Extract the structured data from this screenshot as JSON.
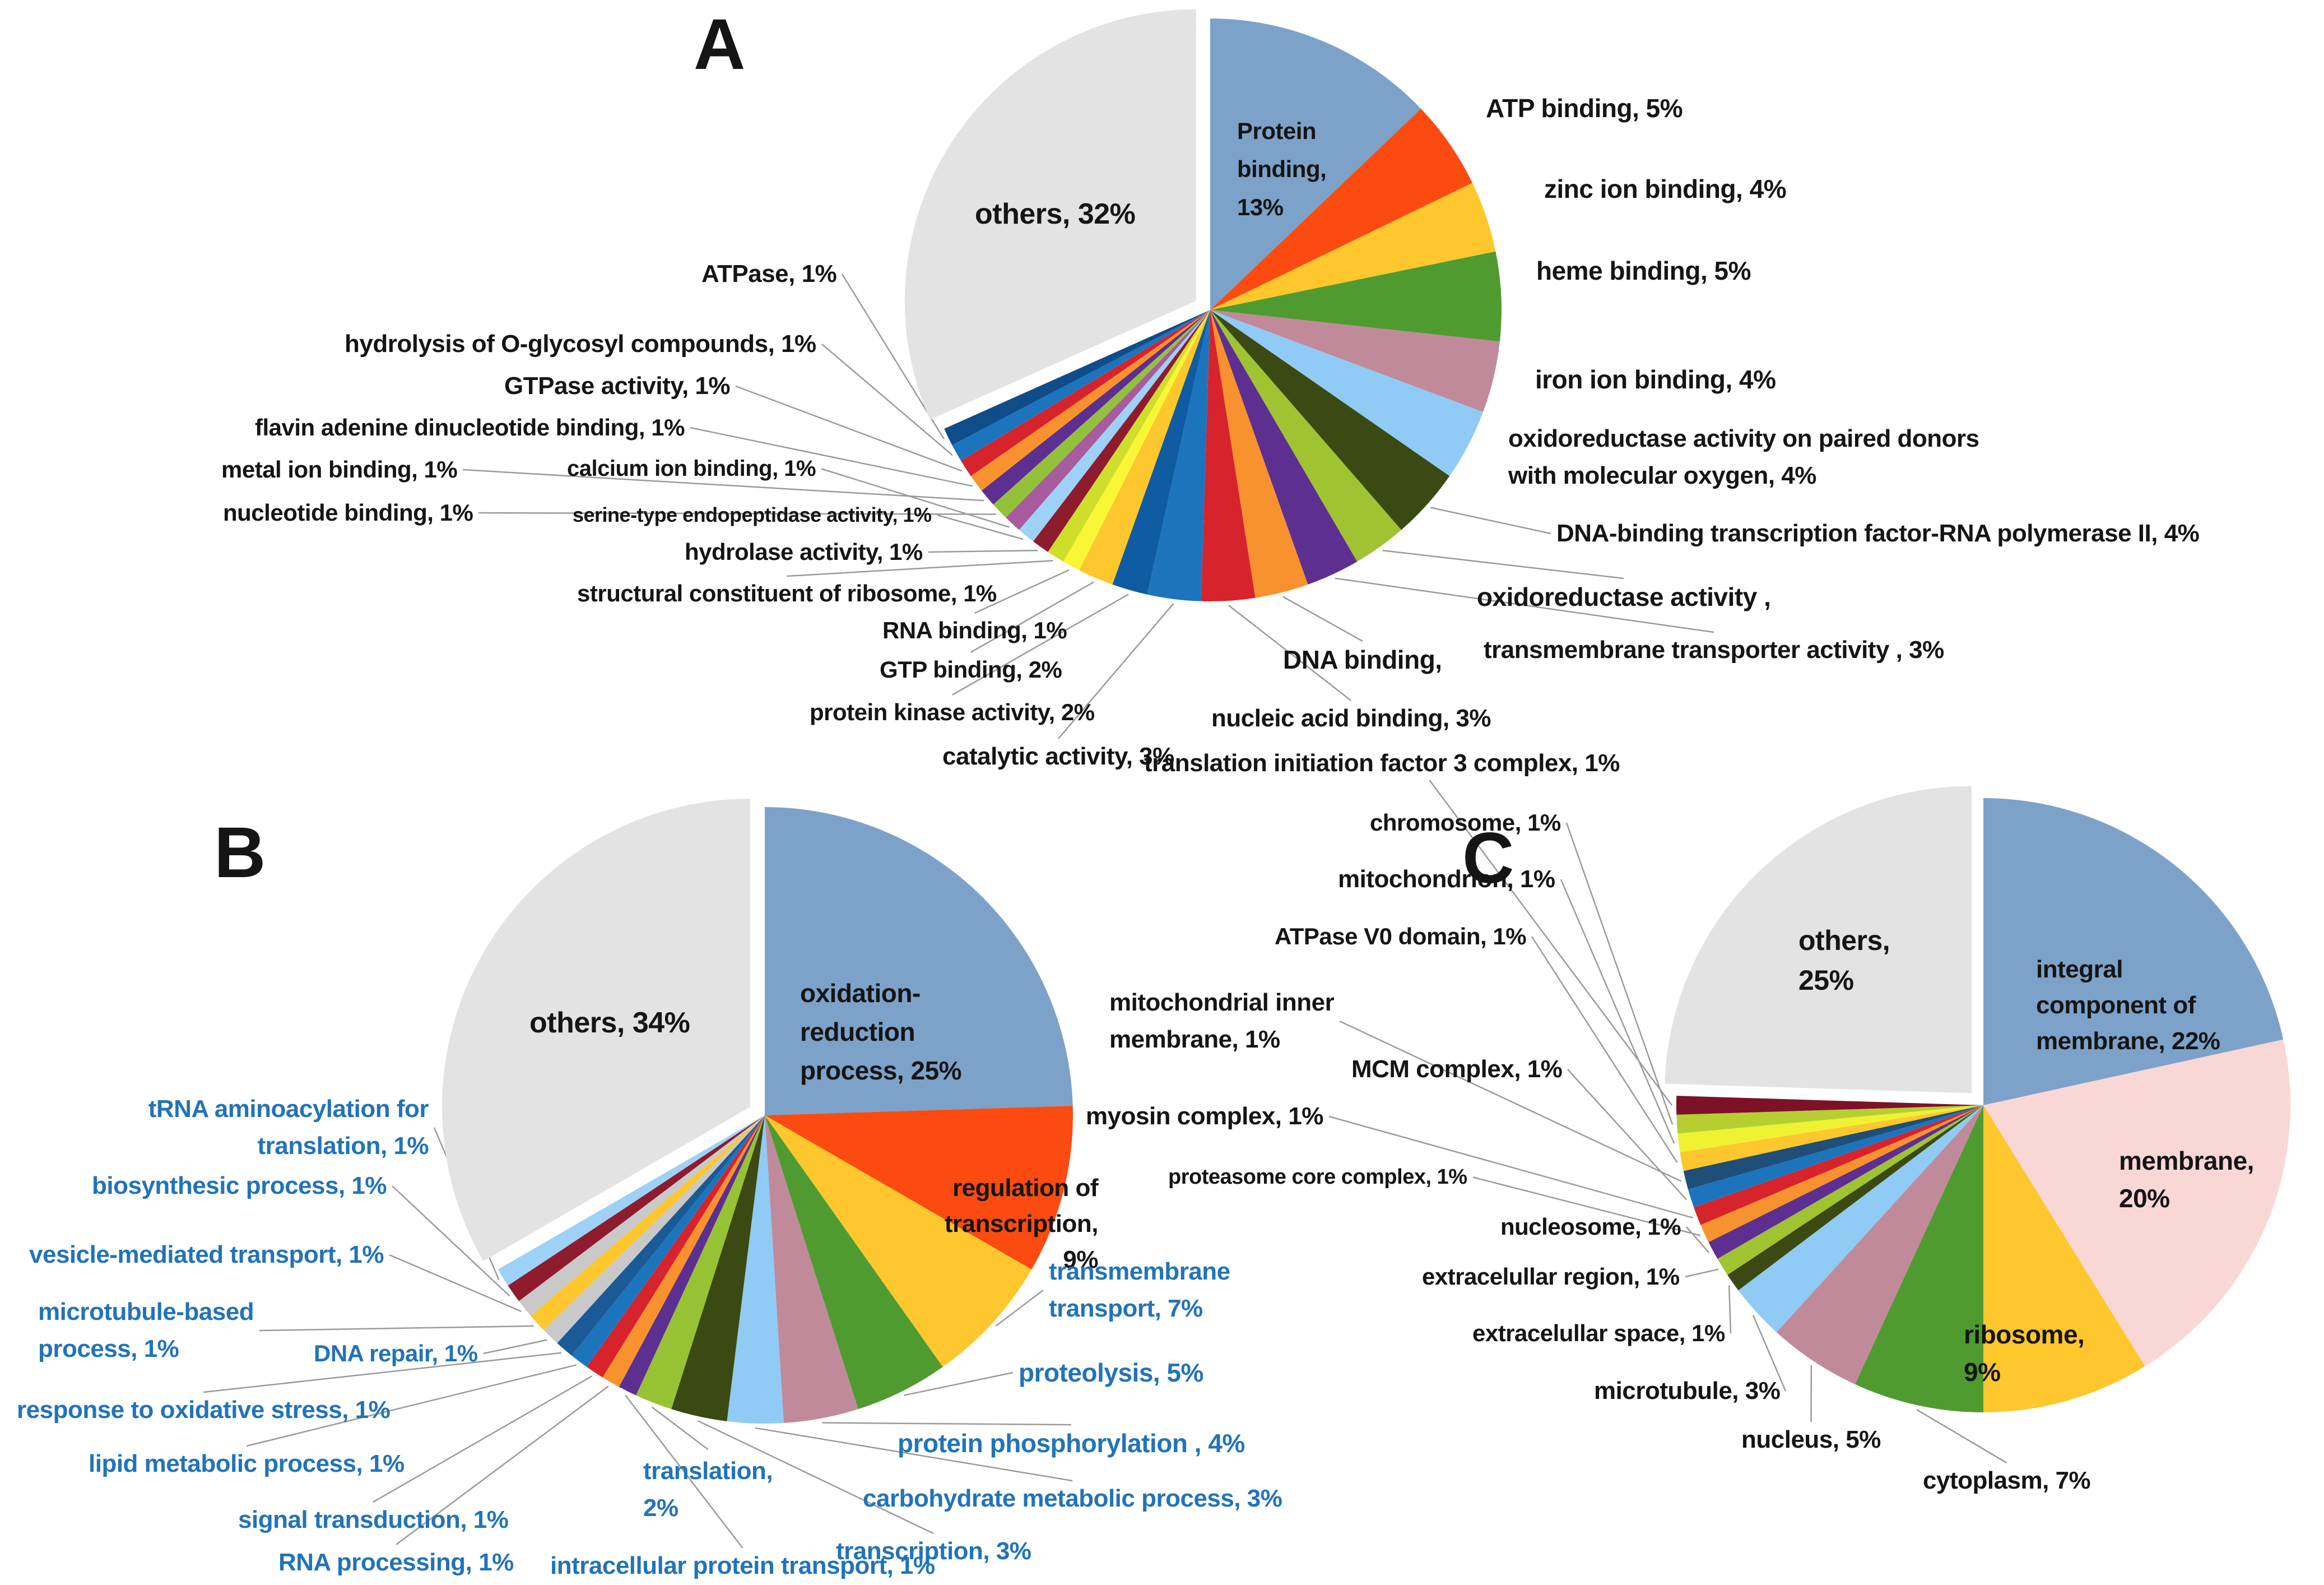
{
  "figure_background": "#ffffff",
  "accent_text_color": "#2273b9",
  "leader_line_color": "#9a9a9a",
  "chart_data": [
    {
      "type": "pie",
      "panel": "A",
      "start_angle_deg": 0,
      "direction": "clockwise",
      "exploded_slice": "others",
      "slices": [
        {
          "label": "Protein binding",
          "value": 13,
          "color": "#7da2c9",
          "display": "Protein\nbinding,\n13%"
        },
        {
          "label": "ATP binding",
          "value": 5,
          "color": "#fb4b10",
          "display": "ATP binding, 5%"
        },
        {
          "label": "zinc ion binding",
          "value": 4,
          "color": "#fdc72d",
          "display": "zinc ion binding, 4%"
        },
        {
          "label": "heme binding",
          "value": 5,
          "color": "#4f9b30",
          "display": "heme binding, 5%"
        },
        {
          "label": "iron ion binding",
          "value": 4,
          "color": "#c18a9b",
          "display": "iron ion binding, 4%"
        },
        {
          "label": "oxidoreductase activity on paired donors with molecular oxygen",
          "value": 4,
          "color": "#8fcbf4",
          "display": "oxidoreductase activity on paired donors\nwith molecular oxygen, 4%"
        },
        {
          "label": "DNA-binding transcription factor-RNA polymerase II",
          "value": 4,
          "color": "#3b4a12",
          "display": "DNA-binding transcription factor-RNA polymerase II, 4%"
        },
        {
          "label": "oxidoreductase activity",
          "value": 3,
          "color": "#a0c332",
          "display": "oxidoreductase activity ,"
        },
        {
          "label": "transmembrane transporter activity",
          "value": 3,
          "color": "#5d2f90",
          "display": "transmembrane transporter activity , 3%"
        },
        {
          "label": "DNA binding",
          "value": 3,
          "color": "#f7922e",
          "display": "DNA binding,"
        },
        {
          "label": "nucleic acid binding",
          "value": 3,
          "color": "#d7232b",
          "display": "nucleic acid binding, 3%"
        },
        {
          "label": "catalytic activity",
          "value": 3,
          "color": "#1c75bc",
          "display": "catalytic activity, 3%"
        },
        {
          "label": "protein kinase activity",
          "value": 2,
          "color": "#0f5ca3",
          "display": "protein kinase activity, 2%"
        },
        {
          "label": "GTP binding",
          "value": 2,
          "color": "#fdc72d",
          "display": "GTP binding, 2%"
        },
        {
          "label": "RNA binding",
          "value": 1,
          "color": "#f9f636",
          "display": "RNA binding, 1%"
        },
        {
          "label": "structural constituent of ribosome",
          "value": 1,
          "color": "#cfdd2b",
          "display": "structural constituent of ribosome, 1%"
        },
        {
          "label": "hydrolase activity",
          "value": 1,
          "color": "#8e1b2e",
          "display": "hydrolase activity, 1%"
        },
        {
          "label": "serine-type endopeptidase activity",
          "value": 1,
          "color": "#9ed1f6",
          "display": "serine-type endopeptidase activity, 1%"
        },
        {
          "label": "calcium ion binding",
          "value": 1,
          "color": "#a85b9e",
          "display": "calcium ion binding, 1%"
        },
        {
          "label": "nucleotide binding",
          "value": 1,
          "color": "#93c13c",
          "display": "nucleotide binding, 1%"
        },
        {
          "label": "metal ion binding",
          "value": 1,
          "color": "#5d2f90",
          "display": "metal ion binding, 1%"
        },
        {
          "label": "flavin adenine dinucleotide binding",
          "value": 1,
          "color": "#f7922e",
          "display": "flavin adenine dinucleotide binding, 1%"
        },
        {
          "label": "GTPase activity",
          "value": 1,
          "color": "#d7232b",
          "display": "GTPase activity, 1%"
        },
        {
          "label": "hydrolysis of O-glycosyl compounds",
          "value": 1,
          "color": "#1c75bc",
          "display": "hydrolysis of O-glycosyl compounds, 1%"
        },
        {
          "label": "ATPase",
          "value": 1,
          "color": "#0f4c8a",
          "display": "ATPase, 1%"
        },
        {
          "label": "others",
          "value": 32,
          "color": "#e3e3e3",
          "display": "others, 32%"
        }
      ]
    },
    {
      "type": "pie",
      "panel": "B",
      "start_angle_deg": 0,
      "direction": "clockwise",
      "exploded_slice": "others",
      "outer_label_color": "#2273b9",
      "slices": [
        {
          "label": "oxidation-reduction process",
          "value": 25,
          "color": "#7da2c9",
          "display": "oxidation-\nreduction\nprocess, 25%"
        },
        {
          "label": "regulation of transcription",
          "value": 9,
          "color": "#fb4b10",
          "display": "regulation of\ntranscription,\n9%"
        },
        {
          "label": "transmembrane transport",
          "value": 7,
          "color": "#fdc72d",
          "display": "transmembrane\ntransport, 7%"
        },
        {
          "label": "proteolysis",
          "value": 5,
          "color": "#4f9b30",
          "display": "proteolysis, 5%"
        },
        {
          "label": "protein phosphorylation",
          "value": 4,
          "color": "#c18a9b",
          "display": "protein phosphorylation , 4%"
        },
        {
          "label": "carbohydrate metabolic process",
          "value": 3,
          "color": "#8fcbf4",
          "display": "carbohydrate metabolic process, 3%"
        },
        {
          "label": "transcription",
          "value": 3,
          "color": "#3b4a12",
          "display": "transcription, 3%"
        },
        {
          "label": "translation",
          "value": 2,
          "color": "#97c234",
          "display": "translation,\n2%"
        },
        {
          "label": "intracellular protein transport",
          "value": 1,
          "color": "#5d2f90",
          "display": "intracellular protein transport, 1%"
        },
        {
          "label": "RNA processing",
          "value": 1,
          "color": "#f7922e",
          "display": "RNA processing, 1%"
        },
        {
          "label": "signal transduction",
          "value": 1,
          "color": "#d7232b",
          "display": "signal transduction, 1%"
        },
        {
          "label": "lipid metabolic process",
          "value": 1,
          "color": "#1c75bc",
          "display": "lipid metabolic process, 1%"
        },
        {
          "label": "response to oxidative stress",
          "value": 1,
          "color": "#1a5a96",
          "display": "response to oxidative stress, 1%"
        },
        {
          "label": "DNA repair",
          "value": 1,
          "color": "#c9c9c9",
          "display": "DNA repair, 1%"
        },
        {
          "label": "microtubule-based process",
          "value": 1,
          "color": "#fdc72d",
          "display": "microtubule-based\nprocess, 1%"
        },
        {
          "label": "vesicle-mediated transport",
          "value": 1,
          "color": "#c9c9c9",
          "display": "vesicle-mediated transport, 1%"
        },
        {
          "label": "biosynthesic process",
          "value": 1,
          "color": "#8e1b2e",
          "display": "biosynthesic process, 1%"
        },
        {
          "label": "tRNA aminoacylation for translation",
          "value": 1,
          "color": "#9ed1f6",
          "display": "tRNA aminoacylation for\ntranslation, 1%"
        },
        {
          "label": "others",
          "value": 34,
          "color": "#e3e3e3",
          "display": "others, 34%"
        }
      ]
    },
    {
      "type": "pie",
      "panel": "C",
      "start_angle_deg": 0,
      "direction": "clockwise",
      "exploded_slice": "others",
      "slices": [
        {
          "label": "integral component of membrane",
          "value": 22,
          "color": "#7da2c9",
          "display": "integral\ncomponent of\nmembrane, 22%"
        },
        {
          "label": "membrane",
          "value": 20,
          "color": "#f8d7d4",
          "display": "membrane,\n20%"
        },
        {
          "label": "ribosome",
          "value": 9,
          "color": "#fdc72d",
          "display": "ribosome,\n9%"
        },
        {
          "label": "cytoplasm",
          "value": 7,
          "color": "#4f9b30",
          "display": "cytoplasm, 7%"
        },
        {
          "label": "nucleus",
          "value": 5,
          "color": "#c18a9b",
          "display": "nucleus, 5%"
        },
        {
          "label": "microtubule",
          "value": 3,
          "color": "#8fcbf4",
          "display": "microtubule, 3%"
        },
        {
          "label": "extracelullar space",
          "value": 1,
          "color": "#3b4a12",
          "display": "extracelullar space, 1%"
        },
        {
          "label": "extracelullar region",
          "value": 1,
          "color": "#a0c332",
          "display": "extracelullar region, 1%"
        },
        {
          "label": "nucleosome",
          "value": 1,
          "color": "#5d2f90",
          "display": "nucleosome, 1%"
        },
        {
          "label": "proteasome core complex",
          "value": 1,
          "color": "#f7922e",
          "display": "proteasome core complex, 1%"
        },
        {
          "label": "myosin complex",
          "value": 1,
          "color": "#d7232b",
          "display": "myosin complex, 1%"
        },
        {
          "label": "MCM complex",
          "value": 1,
          "color": "#1c75bc",
          "display": "MCM complex, 1%"
        },
        {
          "label": "mitochondrial inner membrane",
          "value": 1,
          "color": "#1f4e79",
          "display": "mitochondrial inner\nmembrane, 1%"
        },
        {
          "label": "ATPase V0 domain",
          "value": 1,
          "color": "#fdc72d",
          "display": "ATPase V0 domain, 1%"
        },
        {
          "label": "mitochondrion",
          "value": 1,
          "color": "#eef233",
          "display": "mitochondrion, 1%"
        },
        {
          "label": "chromosome",
          "value": 1,
          "color": "#b5cf31",
          "display": "chromosome, 1%"
        },
        {
          "label": "translation initiation factor 3 complex",
          "value": 1,
          "color": "#7d1128",
          "display": "translation initiation factor 3 complex, 1%"
        },
        {
          "label": "others",
          "value": 25,
          "color": "#e3e3e3",
          "display": "others,\n25%"
        }
      ]
    }
  ]
}
